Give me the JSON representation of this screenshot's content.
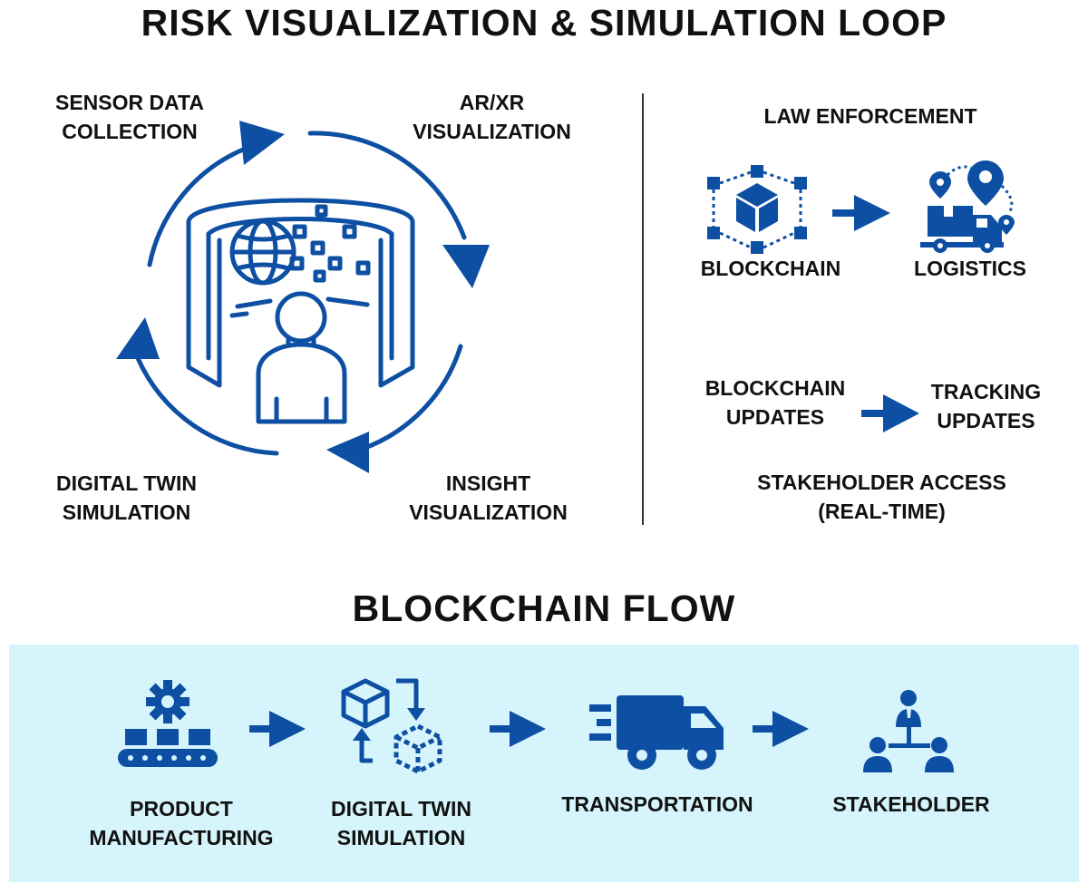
{
  "title": "RISK VISUALIZATION & SIMULATION LOOP",
  "loop": {
    "sensor": [
      "SENSOR DATA",
      "COLLECTION"
    ],
    "arxr": [
      "AR/XR",
      "VISUALIZATION"
    ],
    "insight": [
      "INSIGHT",
      "VISUALIZATION"
    ],
    "twin": [
      "DIGITAL TWIN",
      "SIMULATION"
    ]
  },
  "right": {
    "law": "LAW ENFORCEMENT",
    "blockchain": "BLOCKCHAIN",
    "logistics": "LOGISTICS",
    "bc_updates": [
      "BLOCKCHAIN",
      "UPDATES"
    ],
    "tracking": [
      "TRACKING",
      "UPDATES"
    ],
    "access": [
      "STAKEHOLDER ACCESS",
      "(REAL-TIME)"
    ]
  },
  "flow": {
    "title": "BLOCKCHAIN FLOW",
    "steps": [
      [
        "PRODUCT",
        "MANUFACTURING"
      ],
      [
        "DIGITAL TWIN",
        "SIMULATION"
      ],
      [
        "TRANSPORTATION"
      ],
      [
        "STAKEHOLDER"
      ]
    ]
  },
  "colors": {
    "accent": "#0d4fa3",
    "band": "#d6f4fb"
  }
}
